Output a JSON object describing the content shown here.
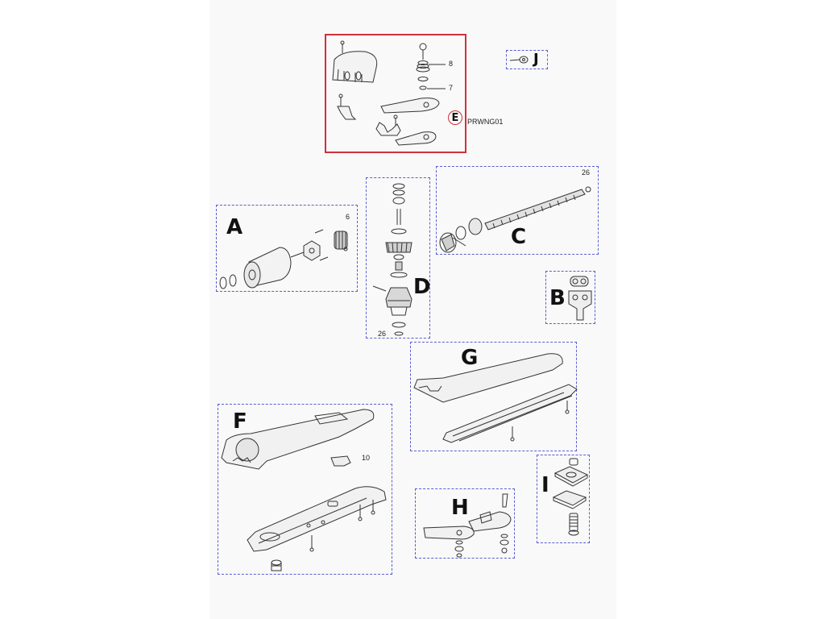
{
  "highlight_color": "#d0303c",
  "group_border_color": "#5a5fd0",
  "groups": {
    "E": {
      "letter": "E",
      "code": "PRWNG01",
      "callouts": [
        "8",
        "7"
      ]
    },
    "J": {
      "letter": "J"
    },
    "A": {
      "letter": "A",
      "callouts": [
        "6"
      ]
    },
    "D": {
      "letter": "D",
      "callouts": [
        "26"
      ]
    },
    "C": {
      "letter": "C",
      "callouts": [
        "26"
      ]
    },
    "B": {
      "letter": "B"
    },
    "G": {
      "letter": "G"
    },
    "F": {
      "letter": "F",
      "callouts": [
        "10"
      ]
    },
    "H": {
      "letter": "H"
    },
    "I": {
      "letter": "I"
    }
  }
}
